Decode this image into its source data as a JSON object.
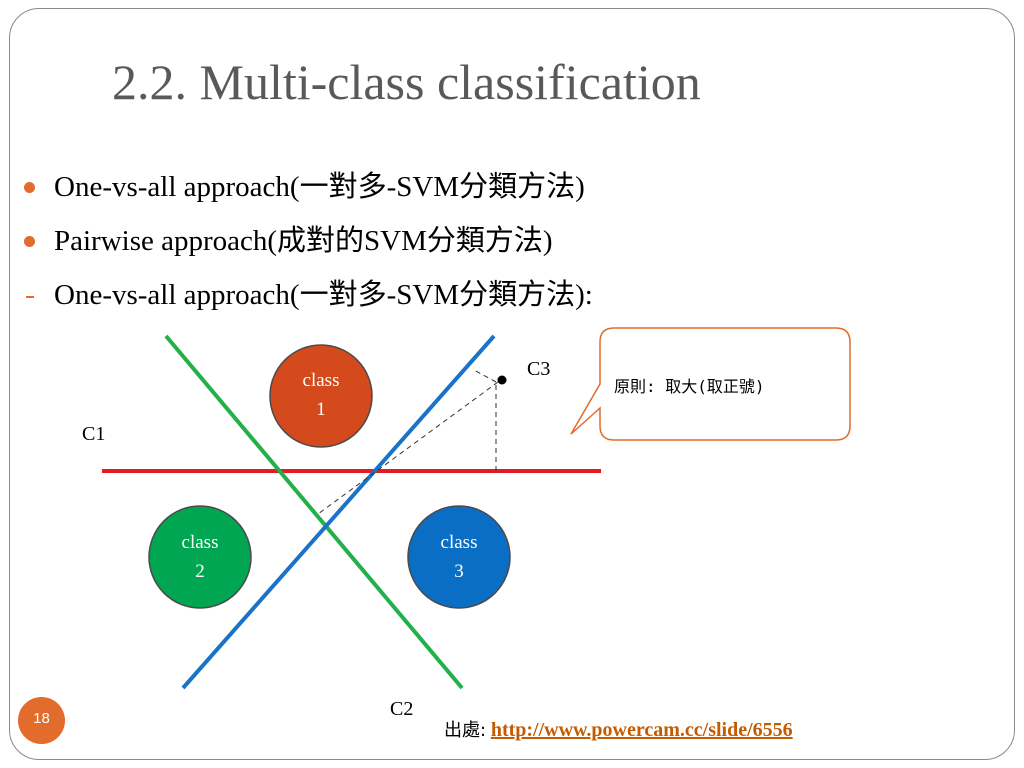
{
  "slide": {
    "title": "2.2. Multi-class classification",
    "page_number": "18"
  },
  "bullets": [
    {
      "marker": "dot",
      "text": "One-vs-all approach(一對多-SVM分類方法)"
    },
    {
      "marker": "dot",
      "text": "Pairwise approach(成對的SVM分類方法)"
    },
    {
      "marker": "dash",
      "text": "One-vs-all approach(一對多-SVM分類方法):"
    }
  ],
  "diagram": {
    "line_labels": {
      "c1": "C1",
      "c2": "C2",
      "c3": "C3"
    },
    "classes": [
      {
        "label_line1": "class",
        "label_line2": "1",
        "color": "#d44a1c"
      },
      {
        "label_line1": "class",
        "label_line2": "2",
        "color": "#00a651"
      },
      {
        "label_line1": "class",
        "label_line2": "3",
        "color": "#0a6ec4"
      }
    ],
    "line_colors": {
      "c1": "#e31b23",
      "c2": "#22b04a",
      "c3": "#1a73c8"
    },
    "callout": {
      "text": "原則: 取大(取正號)",
      "border_color": "#e36b2c"
    }
  },
  "source": {
    "prefix": "出處:",
    "link_text": "http://www.powercam.cc/slide/6556"
  },
  "theme": {
    "accent": "#e36b2c",
    "title_color": "#595959"
  }
}
